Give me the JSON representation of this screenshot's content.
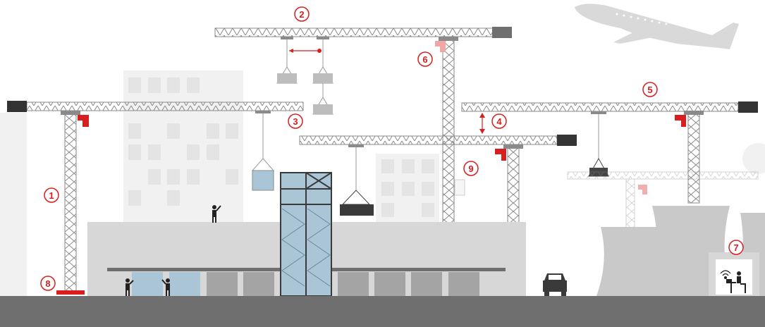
{
  "colors": {
    "accent": "#d81e1e",
    "accent_light": "#f2a7a7",
    "crane_stroke": "#8a8a8a",
    "ground": "#6f6f6f",
    "wall": "#d7d7d7",
    "background_buildings": "#f2f2f2",
    "glass": "#a9c5d6"
  },
  "markers": [
    {
      "id": "m1",
      "label": "1"
    },
    {
      "id": "m2",
      "label": "2"
    },
    {
      "id": "m3",
      "label": "3"
    },
    {
      "id": "m4",
      "label": "4"
    },
    {
      "id": "m5",
      "label": "5"
    },
    {
      "id": "m6",
      "label": "6"
    },
    {
      "id": "m7",
      "label": "7"
    },
    {
      "id": "m8",
      "label": "8"
    },
    {
      "id": "m9",
      "label": "9"
    }
  ],
  "icons": [
    "airplane-icon",
    "car-icon",
    "worker-icon",
    "wifi-icon",
    "operator-icon",
    "cooling-tower-icon",
    "load-icon"
  ]
}
